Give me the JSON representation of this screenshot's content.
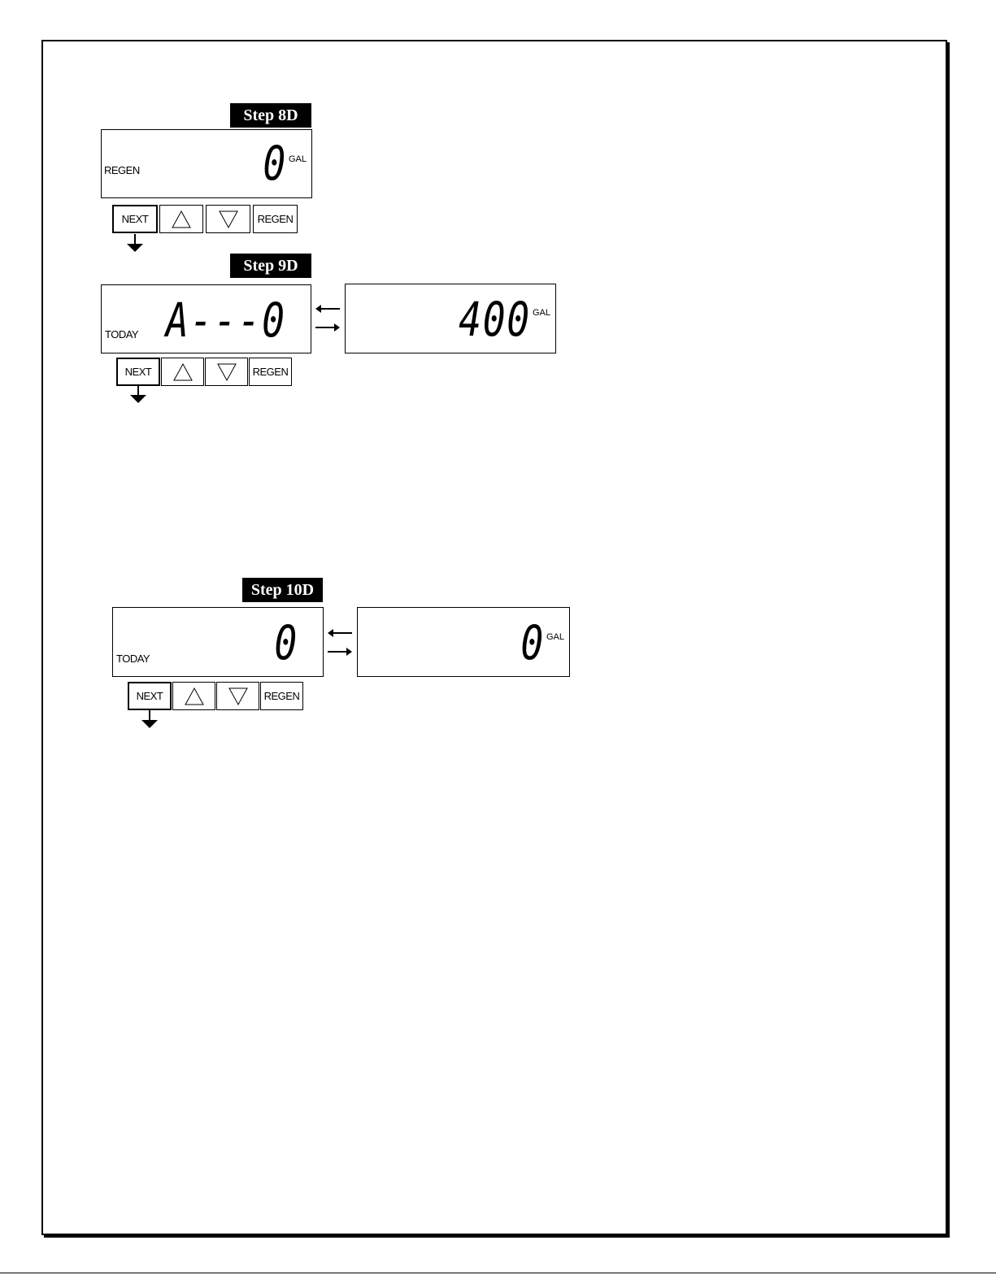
{
  "steps": [
    {
      "label": "Step 8D",
      "lcd_label": "REGEN",
      "digits": "0",
      "unit": "GAL",
      "buttons": {
        "next": "NEXT",
        "regen": "REGEN"
      }
    },
    {
      "label": "Step 9D",
      "lcd_label": "TODAY",
      "digits": "A---0",
      "alt_digits": "400",
      "alt_unit": "GAL",
      "buttons": {
        "next": "NEXT",
        "regen": "REGEN"
      }
    },
    {
      "label": "Step 10D",
      "lcd_label": "TODAY",
      "digits": "0",
      "alt_digits": "0",
      "alt_unit": "GAL",
      "buttons": {
        "next": "NEXT",
        "regen": "REGEN"
      }
    }
  ],
  "icons": {
    "up": "up-triangle-icon",
    "down": "down-triangle-icon",
    "next_arrow": "arrow-down-icon",
    "swap": "swap-arrows-icon"
  }
}
